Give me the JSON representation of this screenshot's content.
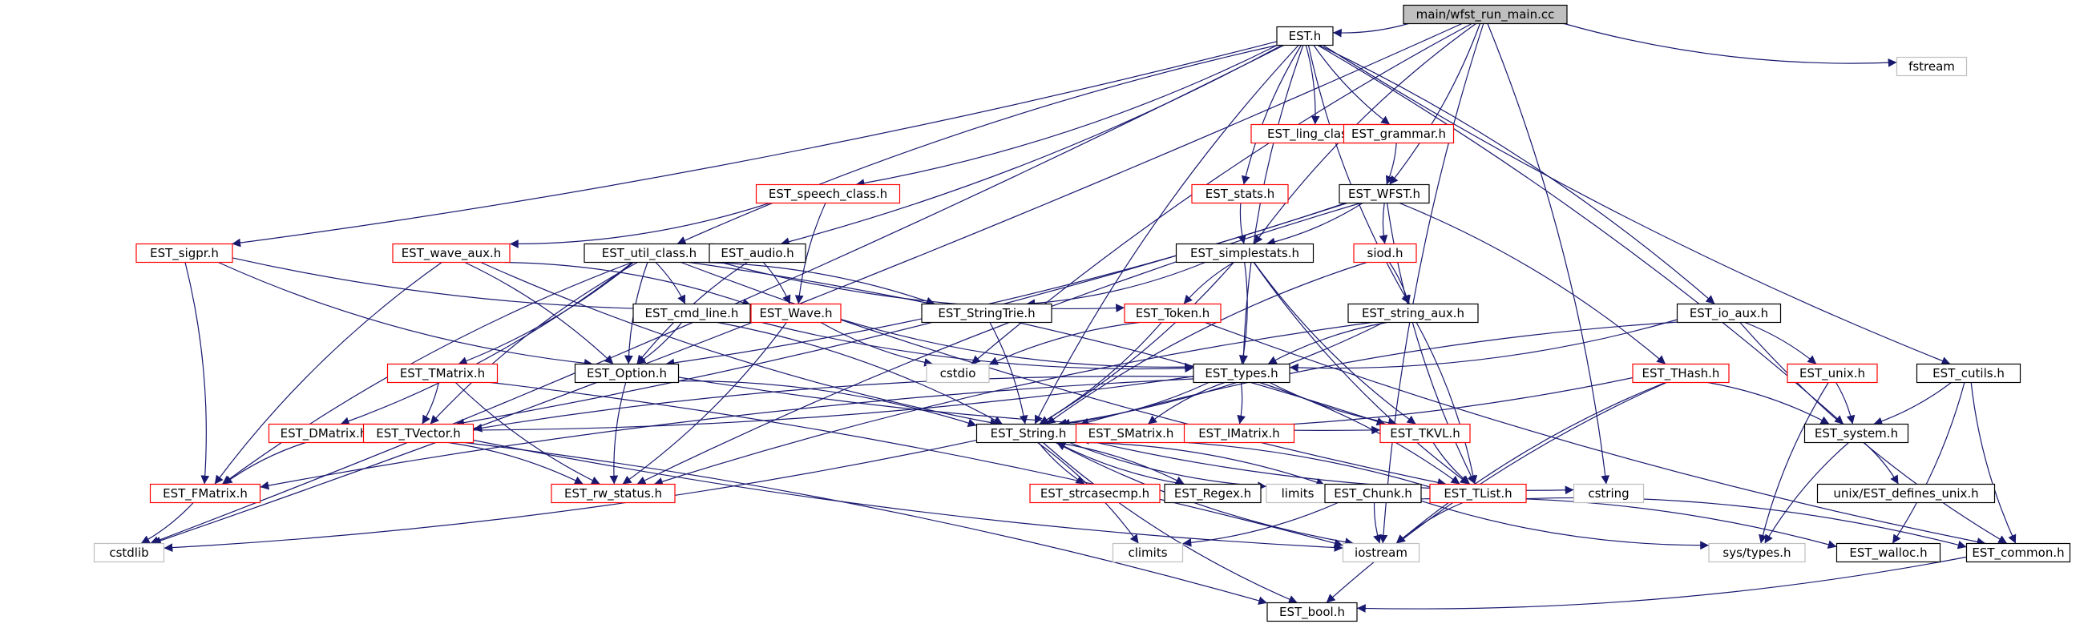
{
  "diagram": {
    "nodes": [
      {
        "id": "main",
        "label": "main/wfst_run_main.cc",
        "style": "root"
      },
      {
        "id": "EST_h",
        "label": "EST.h",
        "style": "black"
      },
      {
        "id": "fstream",
        "label": "fstream",
        "style": "gray"
      },
      {
        "id": "EST_ling_class",
        "label": "EST_ling_class.h",
        "style": "red"
      },
      {
        "id": "EST_grammar",
        "label": "EST_grammar.h",
        "style": "red"
      },
      {
        "id": "EST_speech_class",
        "label": "EST_speech_class.h",
        "style": "red"
      },
      {
        "id": "EST_stats",
        "label": "EST_stats.h",
        "style": "red"
      },
      {
        "id": "EST_WFST",
        "label": "EST_WFST.h",
        "style": "black"
      },
      {
        "id": "EST_sigpr",
        "label": "EST_sigpr.h",
        "style": "red"
      },
      {
        "id": "EST_wave_aux",
        "label": "EST_wave_aux.h",
        "style": "red"
      },
      {
        "id": "EST_util_class",
        "label": "EST_util_class.h",
        "style": "black"
      },
      {
        "id": "EST_audio",
        "label": "EST_audio.h",
        "style": "black"
      },
      {
        "id": "EST_simplestats",
        "label": "EST_simplestats.h",
        "style": "black"
      },
      {
        "id": "siod",
        "label": "siod.h",
        "style": "red"
      },
      {
        "id": "EST_cmd_line",
        "label": "EST_cmd_line.h",
        "style": "black"
      },
      {
        "id": "EST_Wave",
        "label": "EST_Wave.h",
        "style": "red"
      },
      {
        "id": "EST_StringTrie",
        "label": "EST_StringTrie.h",
        "style": "black"
      },
      {
        "id": "EST_Token",
        "label": "EST_Token.h",
        "style": "red"
      },
      {
        "id": "EST_string_aux",
        "label": "EST_string_aux.h",
        "style": "black"
      },
      {
        "id": "EST_io_aux",
        "label": "EST_io_aux.h",
        "style": "black"
      },
      {
        "id": "EST_TMatrix",
        "label": "EST_TMatrix.h",
        "style": "red"
      },
      {
        "id": "EST_Option",
        "label": "EST_Option.h",
        "style": "black"
      },
      {
        "id": "cstdio",
        "label": "cstdio",
        "style": "gray"
      },
      {
        "id": "EST_types",
        "label": "EST_types.h",
        "style": "black"
      },
      {
        "id": "EST_THash",
        "label": "EST_THash.h",
        "style": "red"
      },
      {
        "id": "EST_unix",
        "label": "EST_unix.h",
        "style": "red"
      },
      {
        "id": "EST_cutils",
        "label": "EST_cutils.h",
        "style": "black"
      },
      {
        "id": "EST_DMatrix",
        "label": "EST_DMatrix.h",
        "style": "red"
      },
      {
        "id": "EST_TVector",
        "label": "EST_TVector.h",
        "style": "red"
      },
      {
        "id": "EST_String",
        "label": "EST_String.h",
        "style": "black"
      },
      {
        "id": "EST_SMatrix",
        "label": "EST_SMatrix.h",
        "style": "red"
      },
      {
        "id": "EST_IMatrix",
        "label": "EST_IMatrix.h",
        "style": "red"
      },
      {
        "id": "EST_TKVL",
        "label": "EST_TKVL.h",
        "style": "red"
      },
      {
        "id": "EST_system",
        "label": "EST_system.h",
        "style": "black"
      },
      {
        "id": "EST_FMatrix",
        "label": "EST_FMatrix.h",
        "style": "red"
      },
      {
        "id": "EST_rw_status",
        "label": "EST_rw_status.h",
        "style": "red"
      },
      {
        "id": "EST_strcasecmp",
        "label": "EST_strcasecmp.h",
        "style": "red"
      },
      {
        "id": "EST_Regex",
        "label": "EST_Regex.h",
        "style": "black"
      },
      {
        "id": "limits",
        "label": "limits",
        "style": "gray"
      },
      {
        "id": "EST_Chunk",
        "label": "EST_Chunk.h",
        "style": "black"
      },
      {
        "id": "EST_TList",
        "label": "EST_TList.h",
        "style": "red"
      },
      {
        "id": "cstring",
        "label": "cstring",
        "style": "gray"
      },
      {
        "id": "unix_defines",
        "label": "unix/EST_defines_unix.h",
        "style": "black"
      },
      {
        "id": "cstdlib",
        "label": "cstdlib",
        "style": "gray"
      },
      {
        "id": "climits",
        "label": "climits",
        "style": "gray"
      },
      {
        "id": "iostream",
        "label": "iostream",
        "style": "gray"
      },
      {
        "id": "sys_types",
        "label": "sys/types.h",
        "style": "gray"
      },
      {
        "id": "EST_walloc",
        "label": "EST_walloc.h",
        "style": "black"
      },
      {
        "id": "EST_common",
        "label": "EST_common.h",
        "style": "black"
      },
      {
        "id": "EST_bool",
        "label": "EST_bool.h",
        "style": "black"
      }
    ],
    "edges": [
      [
        "main",
        "EST_h"
      ],
      [
        "main",
        "fstream"
      ],
      [
        "main",
        "cstdlib"
      ],
      [
        "main",
        "cstdio"
      ],
      [
        "main",
        "EST_WFST"
      ],
      [
        "main",
        "iostream"
      ],
      [
        "main",
        "cstring"
      ],
      [
        "main",
        "EST_simplestats"
      ],
      [
        "EST_h",
        "EST_ling_class"
      ],
      [
        "EST_h",
        "EST_grammar"
      ],
      [
        "EST_h",
        "EST_speech_class"
      ],
      [
        "EST_h",
        "EST_stats"
      ],
      [
        "EST_h",
        "EST_sigpr"
      ],
      [
        "EST_h",
        "EST_util_class"
      ],
      [
        "EST_h",
        "EST_audio"
      ],
      [
        "EST_h",
        "EST_String"
      ],
      [
        "EST_h",
        "cstdlib"
      ],
      [
        "EST_h",
        "EST_string_aux"
      ],
      [
        "EST_h",
        "EST_io_aux"
      ],
      [
        "EST_h",
        "EST_cutils"
      ],
      [
        "EST_h",
        "EST_system"
      ],
      [
        "EST_h",
        "EST_types"
      ],
      [
        "EST_grammar",
        "EST_WFST"
      ],
      [
        "EST_speech_class",
        "EST_Wave"
      ],
      [
        "EST_speech_class",
        "EST_wave_aux"
      ],
      [
        "EST_stats",
        "EST_simplestats"
      ],
      [
        "EST_WFST",
        "EST_simplestats"
      ],
      [
        "EST_WFST",
        "siod"
      ],
      [
        "EST_WFST",
        "EST_THash"
      ],
      [
        "EST_WFST",
        "EST_TList"
      ],
      [
        "EST_WFST",
        "EST_Option"
      ],
      [
        "EST_WFST",
        "EST_rw_status"
      ],
      [
        "EST_WFST",
        "EST_TVector"
      ],
      [
        "EST_sigpr",
        "EST_Wave"
      ],
      [
        "EST_sigpr",
        "EST_FMatrix"
      ],
      [
        "EST_sigpr",
        "EST_Option"
      ],
      [
        "EST_wave_aux",
        "EST_Option"
      ],
      [
        "EST_wave_aux",
        "EST_FMatrix"
      ],
      [
        "EST_wave_aux",
        "EST_Wave"
      ],
      [
        "EST_wave_aux",
        "EST_String"
      ],
      [
        "EST_util_class",
        "EST_cmd_line"
      ],
      [
        "EST_util_class",
        "EST_Option"
      ],
      [
        "EST_util_class",
        "EST_StringTrie"
      ],
      [
        "EST_util_class",
        "EST_Token"
      ],
      [
        "EST_util_class",
        "EST_TMatrix"
      ],
      [
        "EST_util_class",
        "EST_TVector"
      ],
      [
        "EST_util_class",
        "EST_DMatrix"
      ],
      [
        "EST_util_class",
        "EST_FMatrix"
      ],
      [
        "EST_util_class",
        "EST_TKVL"
      ],
      [
        "EST_util_class",
        "EST_TList"
      ],
      [
        "EST_audio",
        "EST_Wave"
      ],
      [
        "EST_audio",
        "EST_Option"
      ],
      [
        "EST_simplestats",
        "EST_String"
      ],
      [
        "EST_simplestats",
        "EST_Token"
      ],
      [
        "EST_simplestats",
        "EST_StringTrie"
      ],
      [
        "EST_simplestats",
        "EST_TKVL"
      ],
      [
        "EST_simplestats",
        "EST_types"
      ],
      [
        "EST_simplestats",
        "EST_TList"
      ],
      [
        "siod",
        "EST_string_aux"
      ],
      [
        "siod",
        "EST_String"
      ],
      [
        "EST_cmd_line",
        "EST_Option"
      ],
      [
        "EST_cmd_line",
        "EST_types"
      ],
      [
        "EST_cmd_line",
        "EST_String"
      ],
      [
        "EST_Wave",
        "cstdio"
      ],
      [
        "EST_Wave",
        "EST_rw_status"
      ],
      [
        "EST_Wave",
        "EST_types"
      ],
      [
        "EST_StringTrie",
        "EST_String"
      ],
      [
        "EST_Token",
        "cstdio"
      ],
      [
        "EST_Token",
        "EST_String"
      ],
      [
        "EST_Token",
        "EST_common"
      ],
      [
        "EST_string_aux",
        "EST_String"
      ],
      [
        "EST_string_aux",
        "EST_types"
      ],
      [
        "EST_string_aux",
        "EST_TList"
      ],
      [
        "EST_string_aux",
        "EST_rw_status"
      ],
      [
        "EST_io_aux",
        "EST_types"
      ],
      [
        "EST_io_aux",
        "EST_String"
      ],
      [
        "EST_io_aux",
        "EST_unix"
      ],
      [
        "EST_io_aux",
        "EST_common"
      ],
      [
        "EST_TMatrix",
        "EST_TVector"
      ],
      [
        "EST_TMatrix",
        "EST_rw_status"
      ],
      [
        "EST_TMatrix",
        "iostream"
      ],
      [
        "EST_Option",
        "EST_TKVL"
      ],
      [
        "EST_Option",
        "EST_String"
      ],
      [
        "EST_Option",
        "EST_rw_status"
      ],
      [
        "EST_types",
        "EST_String"
      ],
      [
        "EST_types",
        "EST_TVector"
      ],
      [
        "EST_types",
        "EST_TList"
      ],
      [
        "EST_types",
        "EST_FMatrix"
      ],
      [
        "EST_types",
        "EST_DMatrix"
      ],
      [
        "EST_types",
        "EST_SMatrix"
      ],
      [
        "EST_types",
        "EST_IMatrix"
      ],
      [
        "EST_types",
        "EST_TKVL"
      ],
      [
        "EST_THash",
        "EST_system"
      ],
      [
        "EST_THash",
        "iostream"
      ],
      [
        "EST_THash",
        "EST_String"
      ],
      [
        "EST_THash",
        "EST_bool"
      ],
      [
        "EST_unix",
        "EST_system"
      ],
      [
        "EST_unix",
        "sys_types"
      ],
      [
        "EST_cutils",
        "EST_system"
      ],
      [
        "EST_cutils",
        "EST_common"
      ],
      [
        "EST_cutils",
        "EST_walloc"
      ],
      [
        "EST_DMatrix",
        "EST_FMatrix"
      ],
      [
        "EST_TVector",
        "EST_rw_status"
      ],
      [
        "EST_TVector",
        "iostream"
      ],
      [
        "EST_TVector",
        "EST_bool"
      ],
      [
        "EST_TKVL",
        "EST_TList"
      ],
      [
        "EST_system",
        "unix_defines"
      ],
      [
        "EST_system",
        "sys_types"
      ],
      [
        "EST_FMatrix",
        "cstdlib"
      ],
      [
        "EST_String",
        "EST_strcasecmp"
      ],
      [
        "EST_String",
        "EST_Regex"
      ],
      [
        "EST_String",
        "limits"
      ],
      [
        "EST_String",
        "EST_Chunk"
      ],
      [
        "EST_String",
        "cstring"
      ],
      [
        "EST_String",
        "climits"
      ],
      [
        "EST_String",
        "iostream"
      ],
      [
        "EST_String",
        "cstdlib"
      ],
      [
        "EST_String",
        "EST_bool"
      ],
      [
        "EST_Regex",
        "EST_String"
      ],
      [
        "EST_Chunk",
        "iostream"
      ],
      [
        "EST_Chunk",
        "climits"
      ],
      [
        "EST_Chunk",
        "sys_types"
      ],
      [
        "EST_Chunk",
        "EST_walloc"
      ],
      [
        "EST_TList",
        "iostream"
      ],
      [
        "EST_TList",
        "EST_common"
      ],
      [
        "EST_TList",
        "EST_String"
      ],
      [
        "EST_common",
        "EST_bool"
      ]
    ]
  },
  "colors": {
    "edge": "#191970",
    "root_fill": "#bfbfbf",
    "black_border": "#000000",
    "red_border": "#ff0000",
    "gray_border": "#bfbfbf"
  }
}
